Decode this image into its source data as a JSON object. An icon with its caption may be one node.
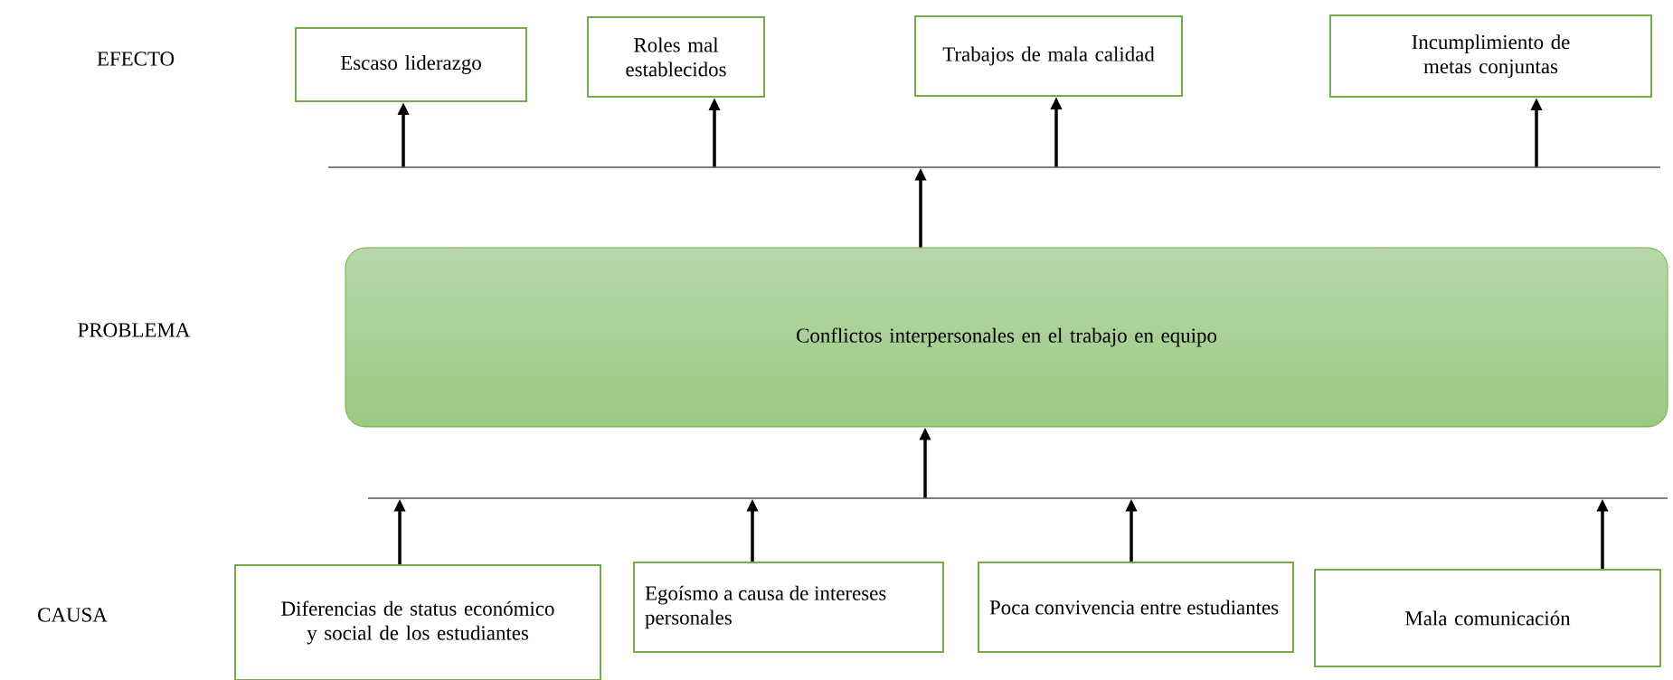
{
  "diagram": {
    "nodes": [
      {
        "text": [
          "Escaso liderazgo"
        ]
      },
      {
        "text": [
          "Roles mal establecidos"
        ]
      },
      {
        "text": [
          "Trabajos de mala calidad"
        ]
      },
      {
        "text": [
          "Incumplimiento de metas conjuntas"
        ]
      },
      {
        "text": [],
        "shape": "bar"
      },
      {
        "text": [
          "Conflictos interpersonales en el trabajo en equipo"
        ]
      },
      {
        "text": [],
        "shape": "bar"
      },
      {
        "text": [
          "Diferencias de status económico y social de los estudiantes"
        ]
      },
      {
        "text": [
          "Egoísmo a causa de intereses personales"
        ]
      },
      {
        "text": [
          "Poca convivencia entre estudiantes"
        ]
      },
      {
        "text": [
          "Mala comunicación"
        ]
      }
    ],
    "edges": [
      {
        "from": 4,
        "to": 0,
        "arrow": "to"
      },
      {
        "from": 4,
        "to": 1,
        "arrow": "to"
      },
      {
        "from": 4,
        "to": 2,
        "arrow": "to"
      },
      {
        "from": 4,
        "to": 3,
        "arrow": "to"
      },
      {
        "from": 5,
        "to": 4,
        "arrow": "to"
      },
      {
        "from": 6,
        "to": 5,
        "arrow": "to"
      },
      {
        "from": 7,
        "to": 6,
        "arrow": "to"
      },
      {
        "from": 8,
        "to": 6,
        "arrow": "to"
      },
      {
        "from": 9,
        "to": 6,
        "arrow": "to"
      },
      {
        "from": 10,
        "to": 6,
        "arrow": "to"
      }
    ],
    "labels": [
      "EFECTO",
      "PROBLEMA",
      "CAUSA"
    ]
  }
}
